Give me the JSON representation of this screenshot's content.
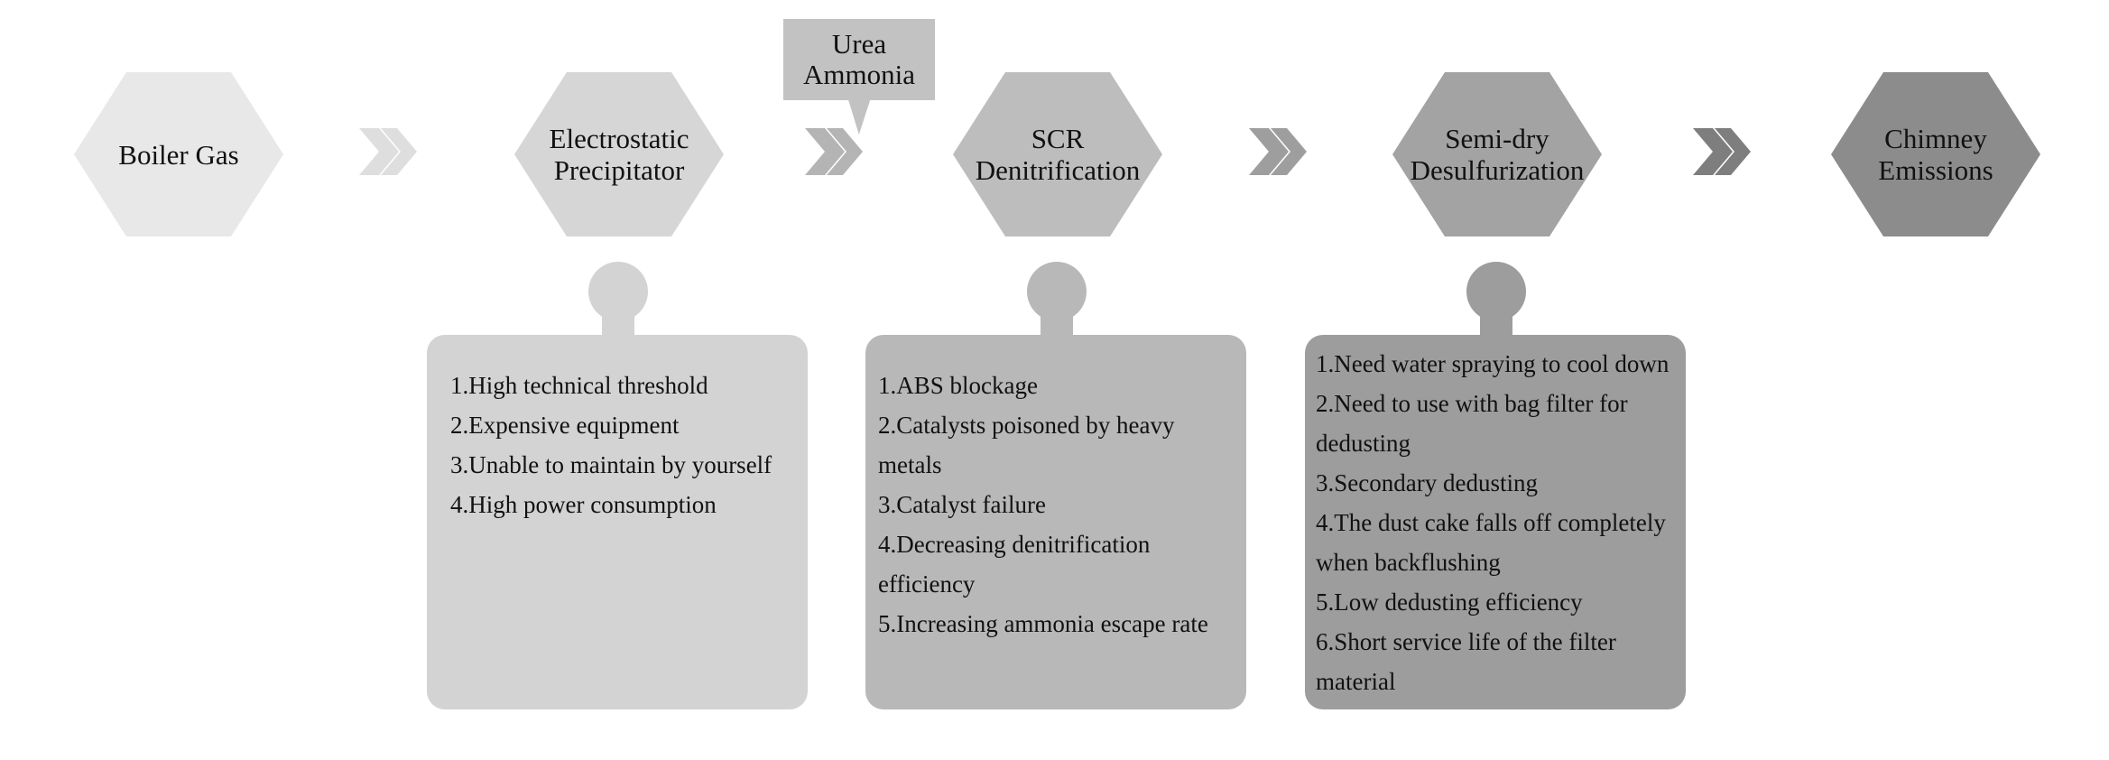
{
  "stages": [
    {
      "label_lines": [
        "Boiler Gas"
      ],
      "color": "#e8e8e8"
    },
    {
      "label_lines": [
        "Electrostatic",
        "Precipitator"
      ],
      "color": "#d6d6d6"
    },
    {
      "label_lines": [
        "SCR",
        "Denitrification"
      ],
      "color": "#bdbdbd"
    },
    {
      "label_lines": [
        "Semi-dry",
        "Desulfurization"
      ],
      "color": "#a3a3a3"
    },
    {
      "label_lines": [
        "Chimney",
        "Emissions"
      ],
      "color": "#8c8c8c"
    }
  ],
  "arrow_colors": [
    "#dedede",
    "#b4b4b4",
    "#9e9e9e",
    "#7e7e7e"
  ],
  "callout": {
    "line1": "Urea",
    "line2": "Ammonia"
  },
  "panels": [
    {
      "color": "#d3d3d3",
      "items": [
        "1.High technical threshold",
        "2.Expensive equipment",
        "3.Unable to maintain by yourself",
        "4.High power consumption"
      ]
    },
    {
      "color": "#b8b8b8",
      "items": [
        "1.ABS blockage",
        "2.Catalysts poisoned by heavy metals",
        "3.Catalyst failure",
        "4.Decreasing denitrification efficiency",
        "5.Increasing ammonia escape rate"
      ]
    },
    {
      "color": "#9d9d9d",
      "items": [
        "1.Need water spraying to cool down",
        "2.Need to use with bag filter for dedusting",
        "3.Secondary dedusting",
        "4.The dust cake falls off completely when backflushing",
        "5.Low dedusting efficiency",
        "6.Short service life of the filter material"
      ]
    }
  ]
}
